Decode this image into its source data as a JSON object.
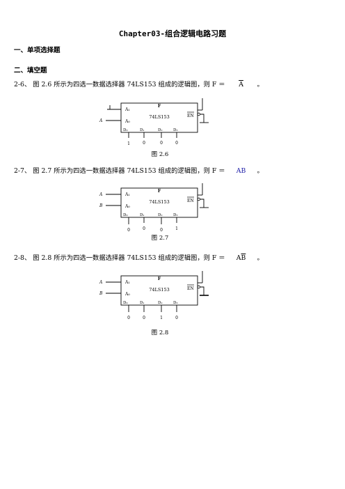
{
  "title": "Chapter03-组合逻辑电路习题",
  "sections": [
    {
      "label": "一、单项选择题"
    },
    {
      "label": "二、填空题"
    }
  ],
  "questions": [
    {
      "number": "2-6、",
      "text": "图 2.6 所示为四选一数据选择器 74LS153 组成的逻辑图，则 F ＝",
      "answer": "A",
      "answer_overline": "A",
      "end": "。",
      "figure": {
        "caption": "图 2.6",
        "chip": "74LS153",
        "output": "F",
        "enable": "EN",
        "sel_a1": "A₁",
        "sel_a0": "A₀",
        "in_a1": "",
        "in_a0": "A",
        "inputs": [
          "D₀",
          "D₁",
          "D₂",
          "D₃"
        ],
        "values": [
          "1",
          "0",
          "0",
          "0"
        ]
      }
    },
    {
      "number": "2-7、",
      "text": "图 2.7 所示为四选一数据选择器 74LS153 组成的逻辑图，则 F ＝",
      "answer": "AB",
      "answer_overline": "",
      "end": "。",
      "figure": {
        "caption": "图 2.7",
        "chip": "74LS153",
        "output": "F",
        "enable": "EN",
        "sel_a1": "A₁",
        "sel_a0": "A₀",
        "in_a1": "A",
        "in_a0": "B",
        "inputs": [
          "D₀",
          "D₁",
          "D₂",
          "D₃"
        ],
        "values": [
          "0",
          "0",
          "0",
          "1"
        ]
      }
    },
    {
      "number": "2-8、",
      "text": "图 2.8 所示为四选一数据选择器 74LS153 组成的逻辑图，则 F ＝",
      "answer": "A",
      "answer_overline": "B",
      "end": "。",
      "figure": {
        "caption": "图 2.8",
        "chip": "74LS153",
        "output": "F",
        "enable": "EN",
        "sel_a1": "A₁",
        "sel_a0": "A₀",
        "in_a1": "A",
        "in_a0": "B",
        "inputs": [
          "D₀",
          "D₁",
          "D₂",
          "D₃"
        ],
        "values": [
          "0",
          "0",
          "1",
          "0"
        ]
      }
    }
  ]
}
